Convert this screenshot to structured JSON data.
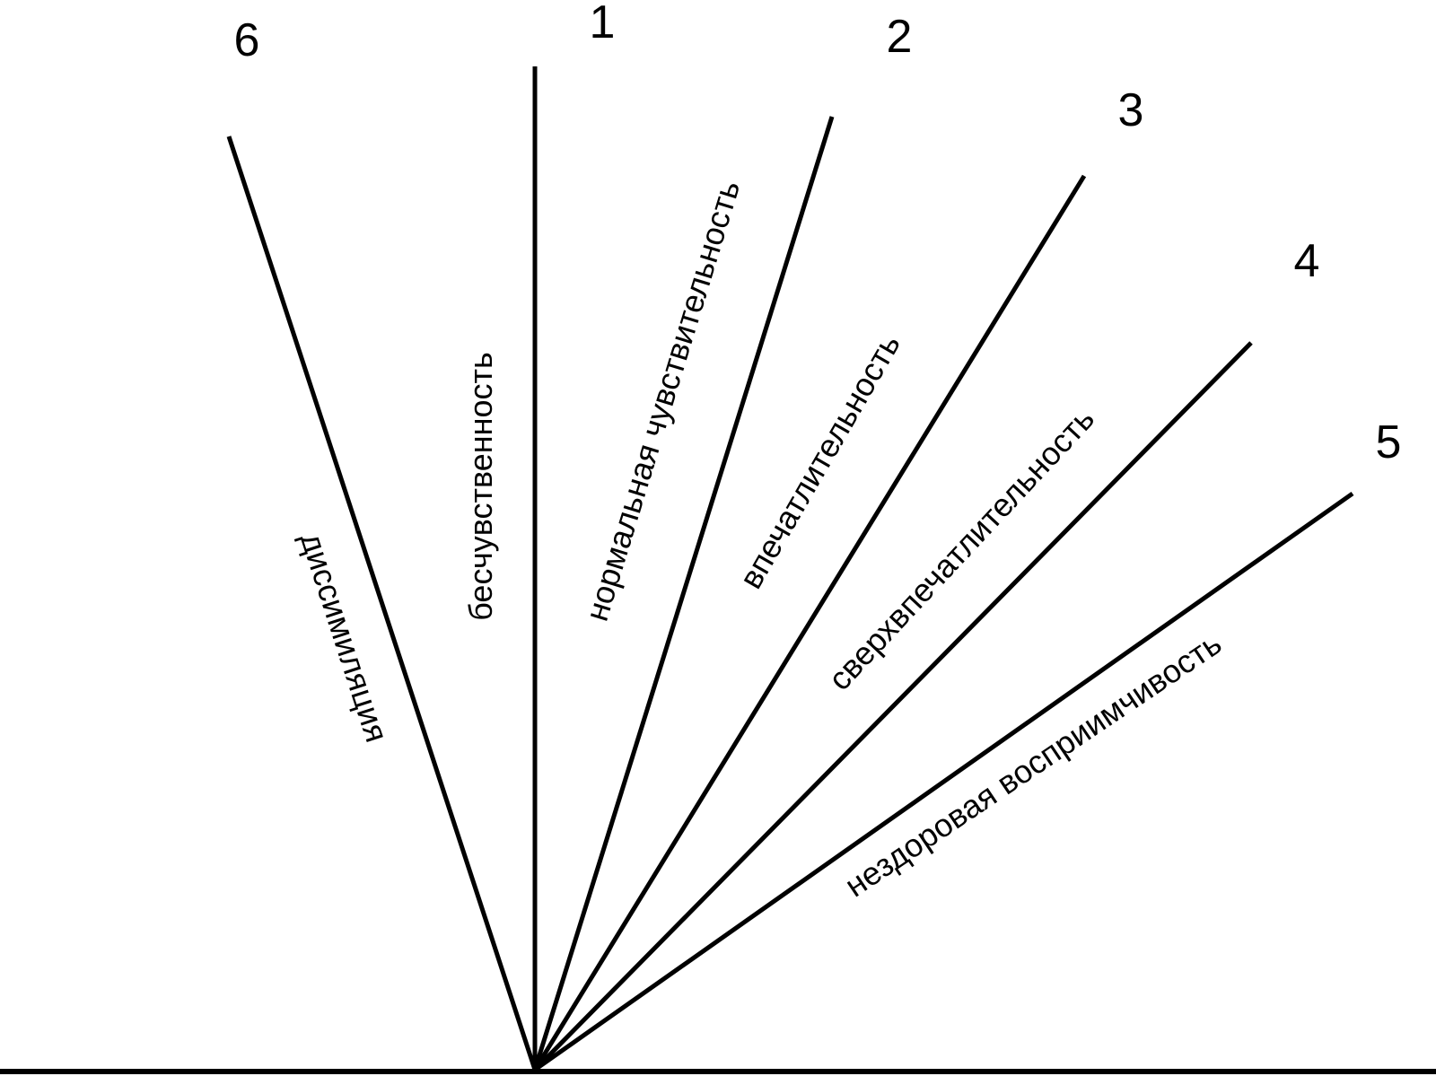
{
  "diagram": {
    "rays": [
      {
        "number": "1",
        "caption": "бесчувственность"
      },
      {
        "number": "2",
        "caption": "нормальная чувствительность"
      },
      {
        "number": "3",
        "caption": "впечатлительность"
      },
      {
        "number": "4",
        "caption": "сверхвпечатлительность"
      },
      {
        "number": "5",
        "caption": "нездоровая восприимчивость"
      },
      {
        "number": "6",
        "caption": "диссимиляция"
      }
    ],
    "colors": {
      "line": "#000000",
      "background": "#ffffff"
    }
  }
}
